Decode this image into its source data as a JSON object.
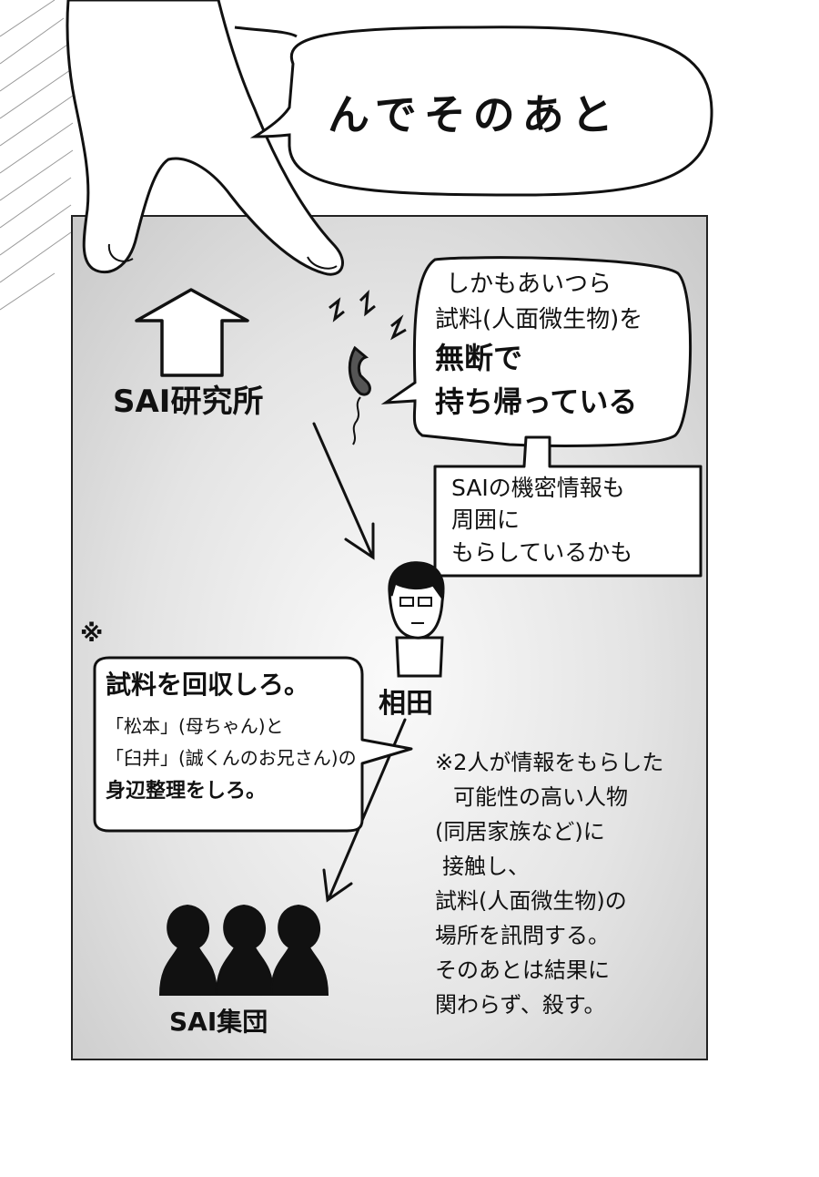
{
  "caption": "んでそのあと",
  "nodes": {
    "lab": "SAI研究所",
    "aida": "相田",
    "group": "SAI集団"
  },
  "phone_bubble": {
    "lines": [
      "しかもあいつら",
      "試料(人面微生物)を",
      "無断で",
      "持ち帰っている"
    ]
  },
  "secret_box": {
    "lines": [
      "SAIの機密情報も",
      "周囲に",
      "もらしているかも"
    ]
  },
  "order_box": {
    "asterisk": "※",
    "lines": [
      "試料を回収しろ。",
      "「松本」(母ちゃん)と",
      "「臼井」(誠くんのお兄さん)の",
      "身辺整理をしろ。"
    ]
  },
  "note": {
    "lines": [
      "※2人が情報をもらした",
      "可能性の高い人物",
      "(同居家族など)に",
      "接触し、",
      "試料(人面微生物)の",
      "場所を訊問する。",
      "そのあとは結果に",
      "関わらず、殺す。"
    ]
  }
}
